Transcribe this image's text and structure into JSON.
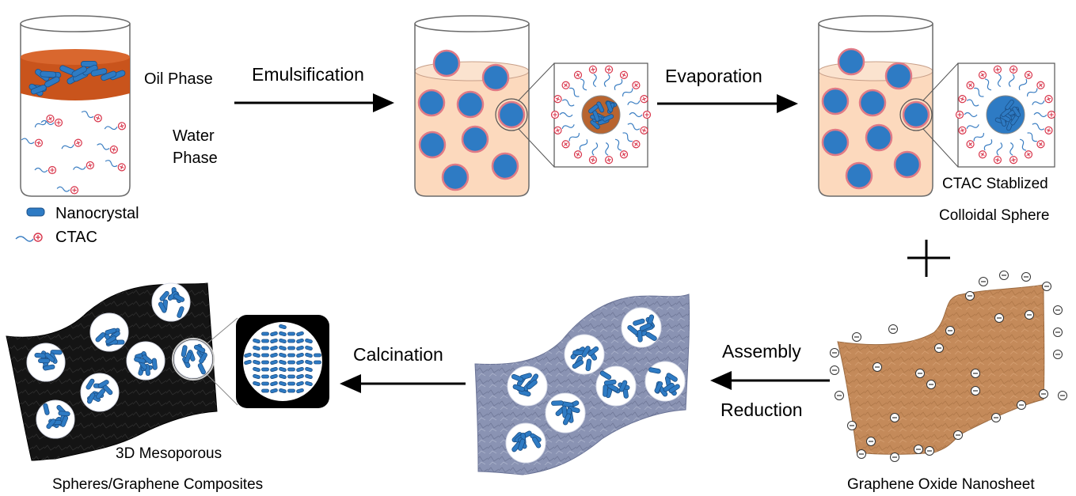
{
  "step1": {
    "oil_label": "Oil Phase",
    "water_label_line1": "Water",
    "water_label_line2": "Phase"
  },
  "legend": {
    "nanocrystal": "Nanocrystal",
    "ctac": "CTAC"
  },
  "arrows": {
    "emulsification": "Emulsification",
    "evaporation": "Evaporation",
    "assembly": "Assembly",
    "reduction": "Reduction",
    "calcination": "Calcination"
  },
  "step3": {
    "caption_line1": "CTAC Stablized",
    "caption_line2": "Colloidal Sphere"
  },
  "graphene_oxide": {
    "caption": "Graphene Oxide Nanosheet"
  },
  "final": {
    "caption_line1": "3D Mesoporous",
    "caption_line2": "Spheres/Graphene Composites"
  },
  "colors": {
    "oil": "#c9541c",
    "water_emulsion": "#fcd9bd",
    "sphere": "#2e7bc4",
    "sphere_outline": "#e07a86",
    "charge": "#d8344a",
    "graphene_oxide": "#c48a5a",
    "reduced_graphene": "#8a93b3",
    "carbon": "#141414"
  }
}
